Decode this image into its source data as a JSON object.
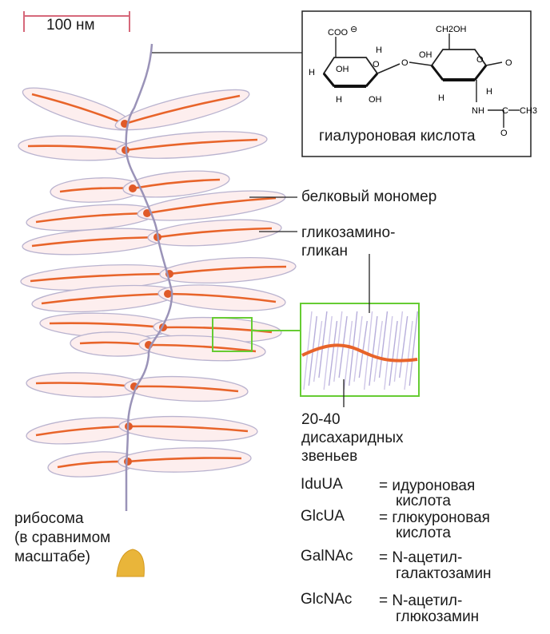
{
  "scale_bar": {
    "label": "100 нм"
  },
  "labels": {
    "hyaluronic_acid": "гиалуроновая кислота",
    "protein_monomer": "белковый мономер",
    "glycosaminoglycan_line1": "гликозамино-",
    "glycosaminoglycan_line2": "гликан",
    "disaccharide_line1": "20-40",
    "disaccharide_line2": "дисахаридных",
    "disaccharide_line3": "звеньев",
    "ribosome_line1": "рибосома",
    "ribosome_line2": "(в сравнимом",
    "ribosome_line3": "масштабе)"
  },
  "chemistry": {
    "coo": "COO",
    "ch2oh": "CH2OH",
    "oh": "OH",
    "h": "H",
    "o": "O",
    "nh": "NH",
    "c": "C",
    "ch3": "CH3"
  },
  "legend": [
    {
      "abbr": "IduUA",
      "def1": "= идуроновая",
      "def2": "кислота"
    },
    {
      "abbr": "GlcUA",
      "def1": "= глюкуроновая",
      "def2": "кислота"
    },
    {
      "abbr": "GalNAc",
      "def1": "= N-ацетил-",
      "def2": "галактозамин"
    },
    {
      "abbr": "GlcNAc",
      "def1": "= N-ацетил-",
      "def2": "глюкозамин"
    }
  ],
  "colors": {
    "core_protein": "#e8642a",
    "node": "#e05a28",
    "halo_fill": "#fdeeee",
    "halo_stroke": "#b9b3cf",
    "backbone": "#9a93b8",
    "zoom_box": "#66cc33",
    "chem_box": "#222222",
    "ribosome": "#e9b53a"
  }
}
